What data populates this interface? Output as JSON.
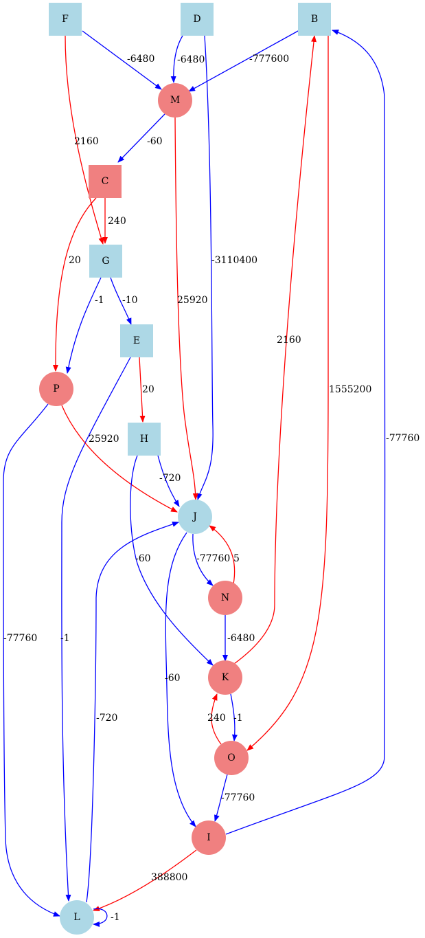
{
  "colors": {
    "square_fill": "#add8e6",
    "circle_blue": "#add8e6",
    "circle_red": "#f08080",
    "edge_blue": "#0000ff",
    "edge_red": "#ff0000"
  },
  "nodes": [
    {
      "id": "F",
      "label": "F",
      "shape": "square",
      "color": "blue"
    },
    {
      "id": "D",
      "label": "D",
      "shape": "square",
      "color": "blue"
    },
    {
      "id": "B",
      "label": "B",
      "shape": "square",
      "color": "blue"
    },
    {
      "id": "M",
      "label": "M",
      "shape": "circle",
      "color": "red"
    },
    {
      "id": "C",
      "label": "C",
      "shape": "square",
      "color": "red"
    },
    {
      "id": "G",
      "label": "G",
      "shape": "square",
      "color": "blue"
    },
    {
      "id": "E",
      "label": "E",
      "shape": "square",
      "color": "blue"
    },
    {
      "id": "P",
      "label": "P",
      "shape": "circle",
      "color": "red"
    },
    {
      "id": "H",
      "label": "H",
      "shape": "square",
      "color": "blue"
    },
    {
      "id": "J",
      "label": "J",
      "shape": "circle",
      "color": "blue"
    },
    {
      "id": "N",
      "label": "N",
      "shape": "circle",
      "color": "red"
    },
    {
      "id": "K",
      "label": "K",
      "shape": "circle",
      "color": "red"
    },
    {
      "id": "O",
      "label": "O",
      "shape": "circle",
      "color": "red"
    },
    {
      "id": "I",
      "label": "I",
      "shape": "circle",
      "color": "red"
    },
    {
      "id": "L",
      "label": "L",
      "shape": "circle",
      "color": "blue"
    }
  ],
  "edges": [
    {
      "from": "F",
      "to": "M",
      "label": "-6480",
      "color": "blue"
    },
    {
      "from": "F",
      "to": "G",
      "label": "2160",
      "color": "red"
    },
    {
      "from": "D",
      "to": "M",
      "label": "-6480",
      "color": "blue"
    },
    {
      "from": "D",
      "to": "J",
      "label": "-3110400",
      "color": "blue"
    },
    {
      "from": "B",
      "to": "M",
      "label": "-777600",
      "color": "blue"
    },
    {
      "from": "B",
      "to": "O",
      "label": "1555200",
      "color": "red"
    },
    {
      "from": "M",
      "to": "C",
      "label": "-60",
      "color": "blue"
    },
    {
      "from": "M",
      "to": "J",
      "label": "25920",
      "color": "red"
    },
    {
      "from": "C",
      "to": "G",
      "label": "240",
      "color": "red"
    },
    {
      "from": "C",
      "to": "P",
      "label": "20",
      "color": "red"
    },
    {
      "from": "G",
      "to": "P",
      "label": "-1",
      "color": "blue"
    },
    {
      "from": "G",
      "to": "E",
      "label": "-10",
      "color": "blue"
    },
    {
      "from": "E",
      "to": "H",
      "label": "20",
      "color": "red"
    },
    {
      "from": "E",
      "to": "L",
      "label": "-1",
      "color": "blue"
    },
    {
      "from": "P",
      "to": "J",
      "label": "25920",
      "color": "red"
    },
    {
      "from": "P",
      "to": "L",
      "label": "-77760",
      "color": "blue"
    },
    {
      "from": "H",
      "to": "J",
      "label": "-720",
      "color": "blue"
    },
    {
      "from": "H",
      "to": "K",
      "label": "-60",
      "color": "blue"
    },
    {
      "from": "J",
      "to": "N",
      "label": "-77760",
      "color": "blue"
    },
    {
      "from": "J",
      "to": "I",
      "label": "-60",
      "color": "blue"
    },
    {
      "from": "N",
      "to": "J",
      "label": "5",
      "color": "red"
    },
    {
      "from": "N",
      "to": "K",
      "label": "-6480",
      "color": "blue"
    },
    {
      "from": "K",
      "to": "B",
      "label": "2160",
      "color": "red"
    },
    {
      "from": "K",
      "to": "O",
      "label": "-1",
      "color": "blue"
    },
    {
      "from": "O",
      "to": "K",
      "label": "240",
      "color": "red"
    },
    {
      "from": "O",
      "to": "I",
      "label": "-77760",
      "color": "blue"
    },
    {
      "from": "I",
      "to": "B",
      "label": "-77760",
      "color": "blue"
    },
    {
      "from": "I",
      "to": "L",
      "label": "388800",
      "color": "red"
    },
    {
      "from": "L",
      "to": "J",
      "label": "-720",
      "color": "blue"
    },
    {
      "from": "L",
      "to": "L",
      "label": "-1",
      "color": "blue"
    }
  ]
}
